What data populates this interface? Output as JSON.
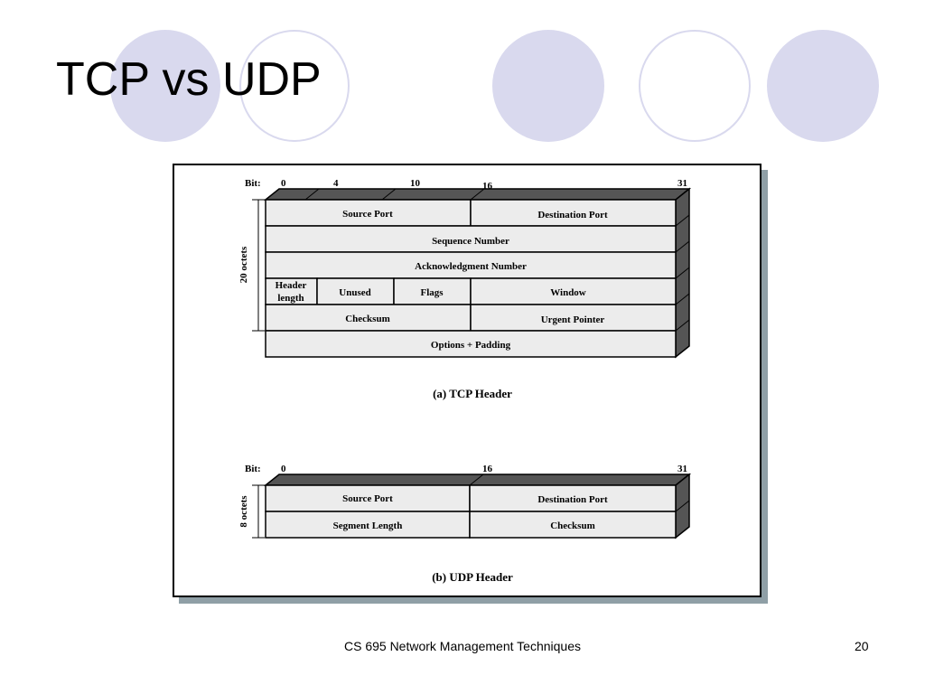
{
  "slide": {
    "title": "TCP vs UDP",
    "footer": "CS 695 Network Management Techniques",
    "page_number": "20",
    "accent_color": "#d9d9ee"
  },
  "tcp": {
    "bit_label": "Bit:",
    "bit_ticks": [
      "0",
      "4",
      "10",
      "16",
      "31"
    ],
    "side_label": "20 octets",
    "caption": "(a) TCP Header",
    "fields": {
      "source_port": "Source Port",
      "destination_port": "Destination Port",
      "sequence_number": "Sequence Number",
      "ack_number": "Acknowledgment Number",
      "header_length_1": "Header",
      "header_length_2": "length",
      "unused": "Unused",
      "flags": "Flags",
      "window": "Window",
      "checksum": "Checksum",
      "urgent_pointer": "Urgent Pointer",
      "options": "Options + Padding"
    }
  },
  "udp": {
    "bit_label": "Bit:",
    "bit_ticks": [
      "0",
      "16",
      "31"
    ],
    "side_label": "8 octets",
    "caption": "(b) UDP Header",
    "fields": {
      "source_port": "Source Port",
      "destination_port": "Destination Port",
      "segment_length": "Segment Length",
      "checksum": "Checksum"
    }
  }
}
